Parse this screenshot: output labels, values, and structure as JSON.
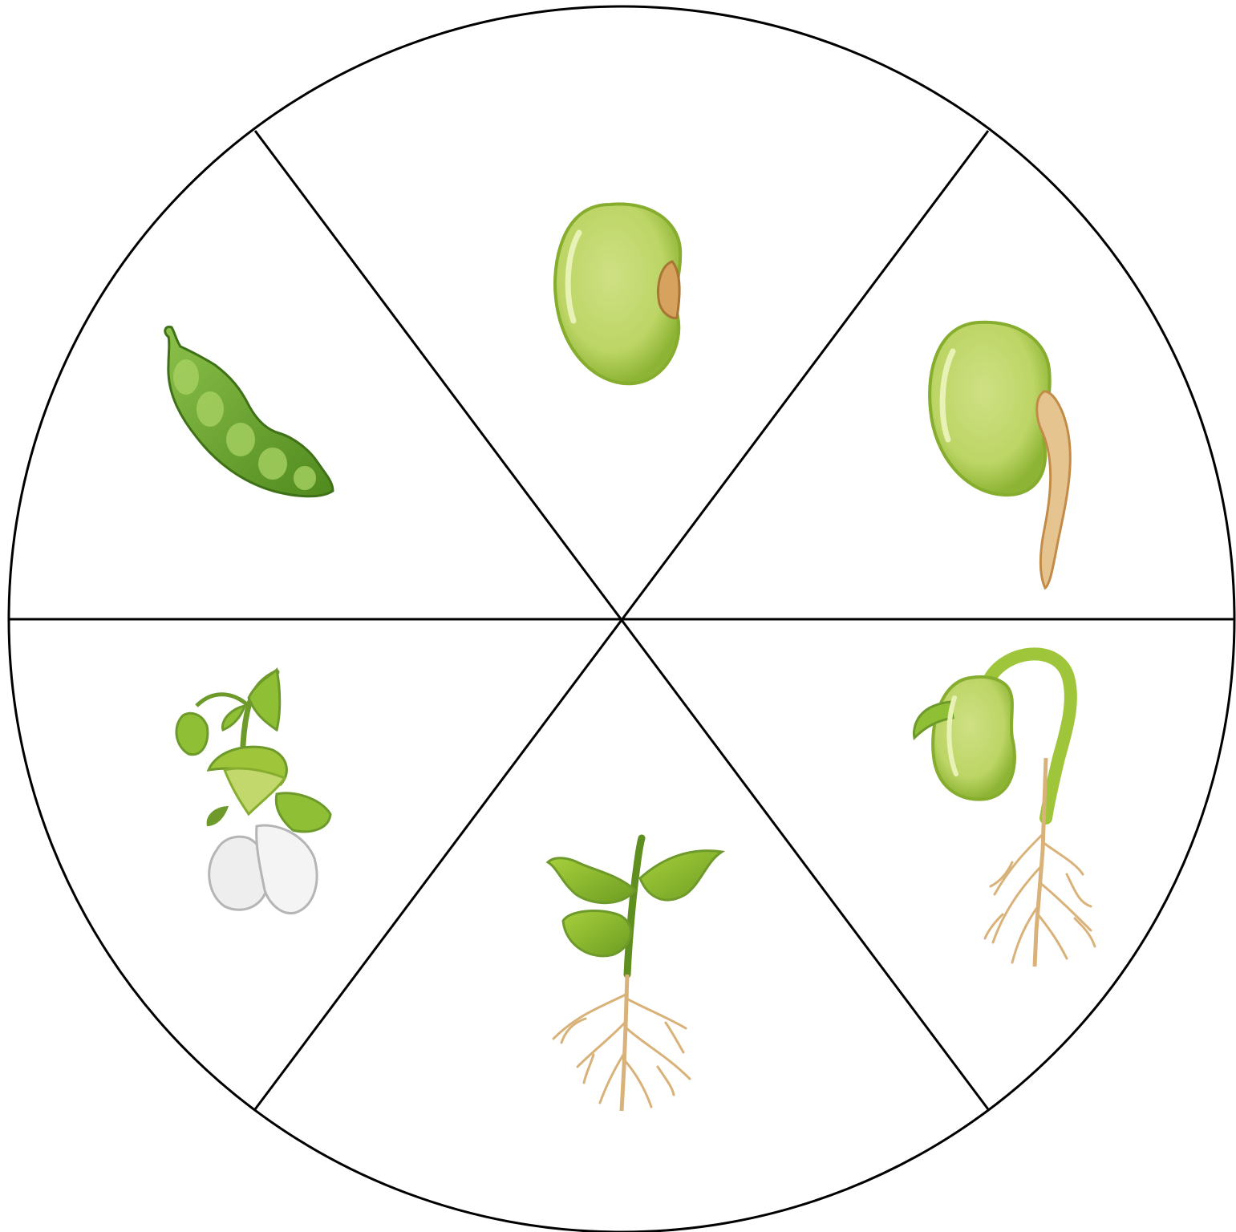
{
  "diagram": {
    "type": "life-cycle-wheel",
    "segment_count": 6,
    "stages": [
      {
        "id": "seed",
        "icon": "bean-seed-icon"
      },
      {
        "id": "germinating-seed",
        "icon": "germinating-seed-icon"
      },
      {
        "id": "sprout",
        "icon": "sprout-with-roots-icon"
      },
      {
        "id": "seedling",
        "icon": "seedling-icon"
      },
      {
        "id": "flowering-plant",
        "icon": "flower-icon"
      },
      {
        "id": "seed-pod",
        "icon": "pea-pod-icon"
      }
    ],
    "colors": {
      "outline": "#000000",
      "bean_fill": "#c2d86c",
      "bean_edge": "#86ad2e",
      "leaf_dark": "#6d9a2a",
      "root": "#d9b27a",
      "petal": "#eeeeee"
    }
  }
}
